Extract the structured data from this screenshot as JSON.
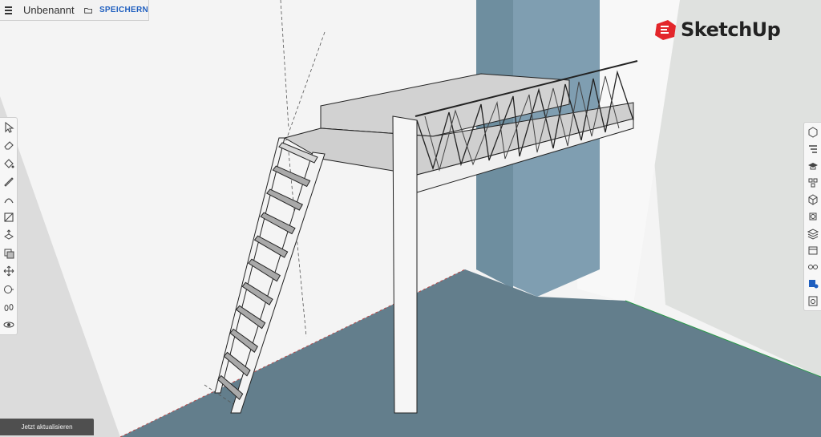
{
  "document": {
    "title": "Unbenannt",
    "save_label": "SPEICHERN"
  },
  "brand": {
    "name": "SketchUp",
    "color": "#e3262b"
  },
  "update_button": {
    "label": "Jetzt aktualisieren"
  },
  "left_toolbar": [
    "select-icon",
    "eraser-icon",
    "paint-bucket-icon",
    "pencil-icon",
    "arc-icon",
    "rectangle-icon",
    "push-pull-icon",
    "offset-icon",
    "move-icon",
    "tape-measure-icon",
    "walk-icon",
    "orbit-icon"
  ],
  "right_toolbar": [
    "entity-info-icon",
    "outliner-icon",
    "instructor-icon",
    "components-icon",
    "materials-icon",
    "styles-icon",
    "layers-icon",
    "scenes-icon",
    "display-icon",
    "solar-icon",
    "export-icon"
  ],
  "colors": {
    "floor": "#637e8c",
    "column": "#7f9eb1",
    "wall": "#f2f2f2",
    "accent": "#1f5fbf"
  }
}
